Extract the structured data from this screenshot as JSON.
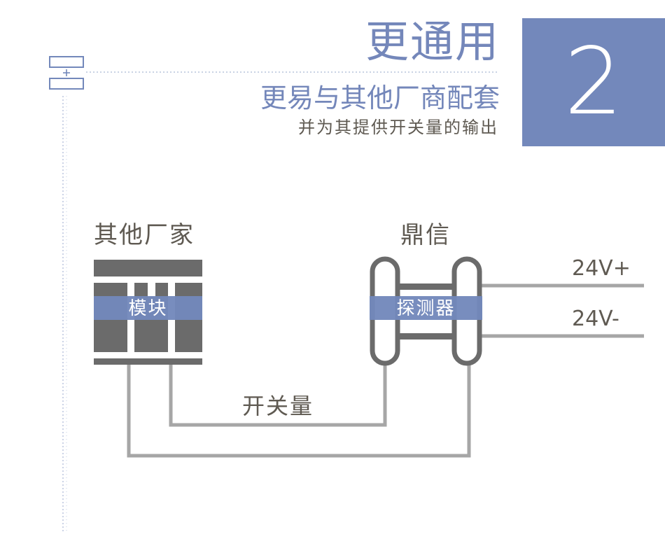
{
  "header": {
    "title": "更通用",
    "subtitle": "更易与其他厂商配套",
    "subtitle2": "并为其提供开关量的输出",
    "number": "2"
  },
  "diagram": {
    "left_label": "其他厂家",
    "module_label": "模块",
    "right_label": "鼎信",
    "detector_label": "探测器",
    "switch_label": "开关量",
    "v_plus": "24V+",
    "v_minus": "24V-"
  },
  "colors": {
    "accent": "#7388bb",
    "text_dark": "#5f5a52",
    "block_dark": "#6b6b6b",
    "wire": "#a6a6a6"
  }
}
